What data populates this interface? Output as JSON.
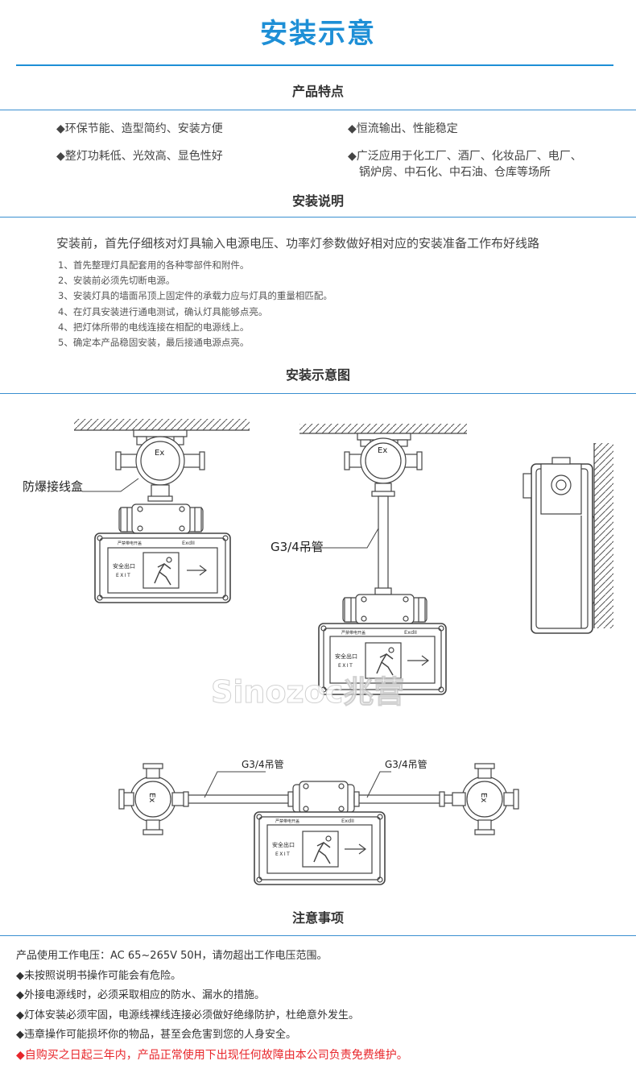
{
  "page_title": "安装示意",
  "features": {
    "title": "产品特点",
    "items": [
      "◆环保节能、造型简约、安装方便",
      "◆恒流输出、性能稳定",
      "◆整灯功耗低、光效高、显色性好",
      "◆广泛应用于化工厂、酒厂、化妆品厂、电厂、",
      "锅炉房、中石化、中石油、仓库等场所"
    ]
  },
  "instructions": {
    "title": "安装说明",
    "intro": "安装前，首先仔细核对灯具输入电源电压、功率灯参数做好相对应的安装准备工作布好线路",
    "steps": [
      "1、首先整理灯具配套用的各种零部件和附件。",
      "2、安装前必须先切断电源。",
      "3、安装灯具的墙面吊顶上固定件的承载力应与灯具的重量相匹配。",
      "4、在灯具安装进行通电测试，确认灯具能够点亮。",
      "4、把灯体所带的电线连接在相配的电源线上。",
      "5、确定本产品稳固安装，最后接通电源点亮。"
    ]
  },
  "diagram": {
    "title": "安装示意图",
    "labels": {
      "junction_box": "防爆接线盒",
      "pipe": "G3/4吊管",
      "pipe_left": "G3/4吊管",
      "pipe_right": "G3/4吊管",
      "ex": "Ex",
      "lamp_brand": "严禁带电开盖",
      "lamp_rating": "ExdII",
      "exit_cn": "安全出口",
      "exit_en": "EXIT",
      "watermark": "Sinozoc兆营"
    }
  },
  "notes": {
    "title": "注意事项",
    "items": [
      "产品使用工作电压：AC 65~265V 50H，请勿超出工作电压范围。",
      "◆未按照说明书操作可能会有危险。",
      "◆外接电源线时，必须采取相应的防水、漏水的措施。",
      "◆灯体安装必须牢固，电源线裸线连接必须做好绝缘防护，杜绝意外发生。",
      "◆违章操作可能损坏你的物品，甚至会危害到您的人身安全。",
      "◆自购买之日起三年内，产品正常使用下出现任何故障由本公司负责免费维护。"
    ]
  },
  "colors": {
    "accent": "#1e8fd6",
    "warning": "#e8262b"
  }
}
